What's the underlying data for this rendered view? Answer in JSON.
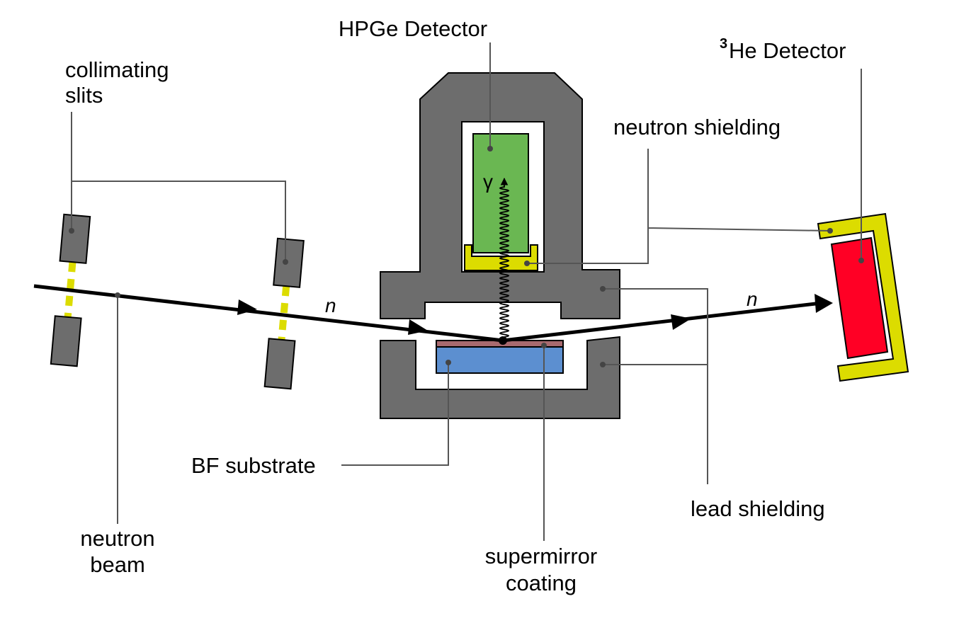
{
  "labels": {
    "collimating_line1": "collimating",
    "collimating_line2": "slits",
    "hpge_detector": "HPGe Detector",
    "he3_superscript": "3",
    "he3_detector": "He Detector",
    "neutron_shielding": "neutron shielding",
    "lead_shielding": "lead shielding",
    "bf_substrate": "BF substrate",
    "supermirror_line1": "supermirror",
    "supermirror_line2": "coating",
    "neutron_beam_line1": "neutron",
    "neutron_beam_line2": "beam",
    "incoming_n": "n",
    "outgoing_n": "n",
    "gamma": "γ"
  },
  "colors": {
    "lead": "#6d6d6d",
    "neutron_shield": "#dcdc00",
    "hpge_crystal": "#6ab752",
    "he3_tube": "#ff0025",
    "substrate": "#5c8fd0",
    "coating": "#a86a6f",
    "beam": "#000000",
    "leader": "#555555"
  }
}
